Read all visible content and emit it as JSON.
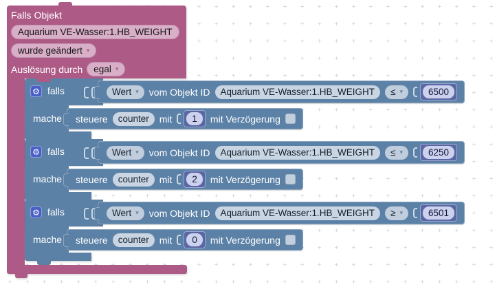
{
  "colors": {
    "trigger_pink": "#ad5b86",
    "trigger_field_pink": "#d9afc8",
    "logic_blue": "#5c81a6",
    "field_blue": "#c9d5e2",
    "math_violet": "#5b67a5",
    "gear_blue": "#4a5fc6",
    "grid_mark": "#d9dde1"
  },
  "icons": {
    "gear": "⚙",
    "dropdown": "▾"
  },
  "trigger": {
    "title": "Falls Objekt",
    "object_id": "Aquarium VE-Wasser:1.HB_WEIGHT",
    "change_mode": "wurde geändert",
    "trigger_by_label": "Auslösung durch",
    "trigger_by_value": "egal"
  },
  "if_blocks": [
    {
      "if_label": "falls",
      "do_label": "mache",
      "condition": {
        "getter": "Wert",
        "of_label": "vom Objekt ID",
        "object_id": "Aquarium VE-Wasser:1.HB_WEIGHT",
        "operator": "≤",
        "value": "6500"
      },
      "action": {
        "verb": "steuere",
        "object": "counter",
        "with_label": "mit",
        "value": "1",
        "delay_label": "mit Verzögerung",
        "delay_checked": false
      }
    },
    {
      "if_label": "falls",
      "do_label": "mache",
      "condition": {
        "getter": "Wert",
        "of_label": "vom Objekt ID",
        "object_id": "Aquarium VE-Wasser:1.HB_WEIGHT",
        "operator": "≤",
        "value": "6250"
      },
      "action": {
        "verb": "steuere",
        "object": "counter",
        "with_label": "mit",
        "value": "2",
        "delay_label": "mit Verzögerung",
        "delay_checked": false
      }
    },
    {
      "if_label": "falls",
      "do_label": "mache",
      "condition": {
        "getter": "Wert",
        "of_label": "vom Objekt ID",
        "object_id": "Aquarium VE-Wasser:1.HB_WEIGHT",
        "operator": "≥",
        "value": "6501"
      },
      "action": {
        "verb": "steuere",
        "object": "counter",
        "with_label": "mit",
        "value": "0",
        "delay_label": "mit Verzögerung",
        "delay_checked": false
      }
    }
  ]
}
